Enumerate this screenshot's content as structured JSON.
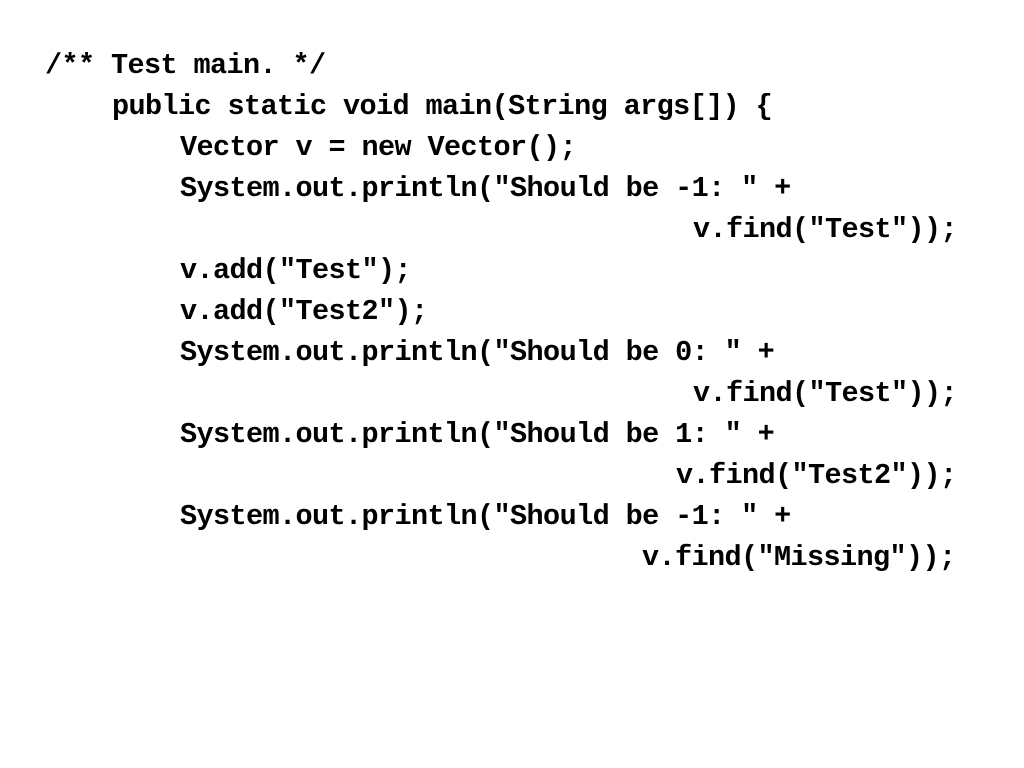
{
  "code": {
    "lines": [
      "/** Test main. */",
      "public static void main(String args[]) {",
      "Vector v = new Vector();",
      "System.out.println(\"Should be -1: \" +",
      "v.find(\"Test\"));",
      "v.add(\"Test\");",
      "v.add(\"Test2\");",
      "System.out.println(\"Should be 0: \" +",
      "v.find(\"Test\"));",
      "System.out.println(\"Should be 1: \" +",
      "v.find(\"Test2\"));",
      "System.out.println(\"Should be -1: \" +",
      "v.find(\"Missing\"));"
    ]
  }
}
